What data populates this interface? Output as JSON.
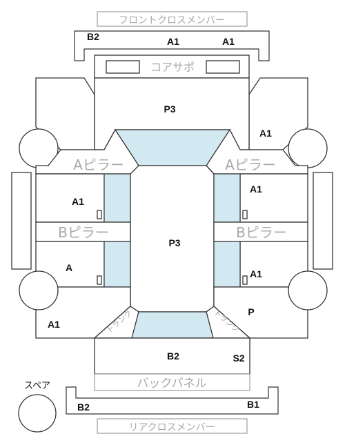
{
  "labels": {
    "front_cross_member": "フロントクロスメンバー",
    "core_support": "コアサポ",
    "a_pillar": "Aピラー",
    "b_pillar": "Bピラー",
    "back_panel": "バックパネル",
    "rear_cross_member": "リアクロスメンバー",
    "spare": "スペア",
    "trunk": "トランク"
  },
  "ratings": {
    "front_b2": "B2",
    "front_a1_left": "A1",
    "front_a1_right": "A1",
    "hood": "P3",
    "right_fender": "A1",
    "left_front_door": "A1",
    "right_front_door": "A1",
    "roof": "P3",
    "left_rear_door": "A",
    "right_rear_door": "A1",
    "left_quarter": "A1",
    "right_quarter": "P",
    "trunk_lid": "B2",
    "trunk_side": "S2",
    "rear_b2": "B2",
    "rear_b1": "B1"
  },
  "colors": {
    "glass": "#d2e9f1",
    "outline": "#333333",
    "label_gray": "#a8a8a8"
  }
}
